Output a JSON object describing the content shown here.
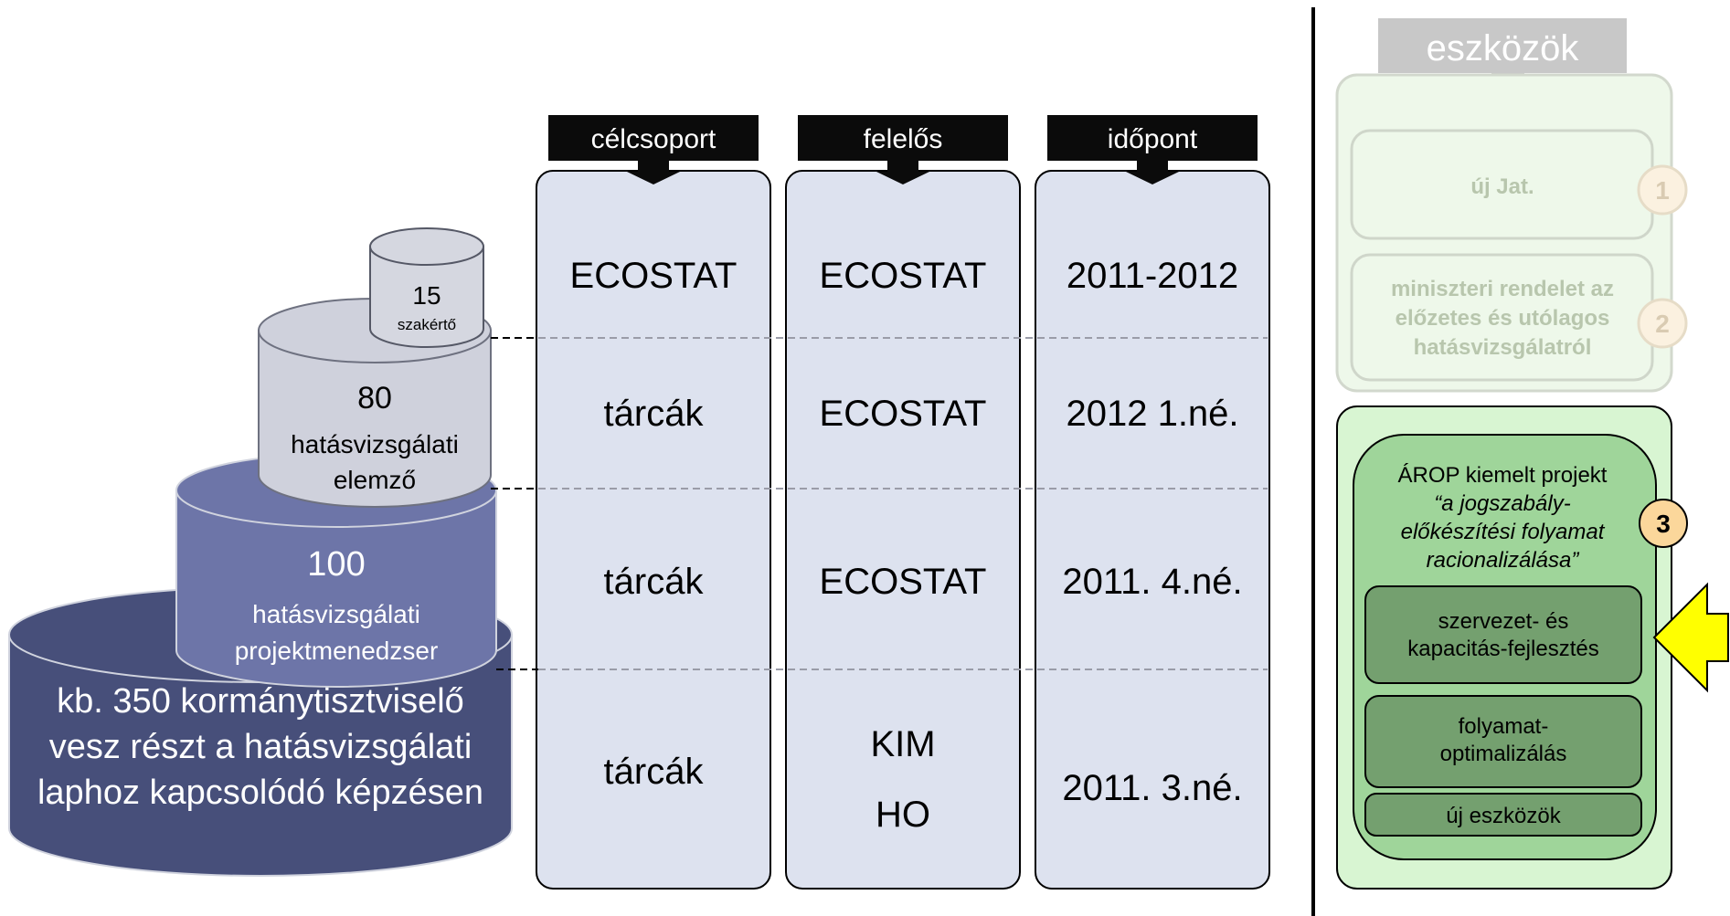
{
  "headers": [
    "célcsoport",
    "felelős",
    "időpont"
  ],
  "rows": [
    {
      "target": "ECOSTAT",
      "responsible": [
        "ECOSTAT"
      ],
      "time": "2011-2012"
    },
    {
      "target": "tárcák",
      "responsible": [
        "ECOSTAT"
      ],
      "time": "2012 1.né."
    },
    {
      "target": "tárcák",
      "responsible": [
        "ECOSTAT"
      ],
      "time": "2011. 4.né."
    },
    {
      "target": "tárcák",
      "responsible": [
        "KIM",
        "HO"
      ],
      "time": "2011. 3.né."
    }
  ],
  "tiers": [
    {
      "number": "15",
      "label": [
        "szakértő"
      ]
    },
    {
      "number": "80",
      "label": [
        "hatásvizsgálati",
        "elemző"
      ]
    },
    {
      "number": "100",
      "label": [
        "hatásvizsgálati",
        "projektmenedzser"
      ]
    },
    {
      "number": "",
      "label": [
        "kb. 350 kormánytisztviselő",
        "vesz részt a hatásvizsgálati",
        "laphoz kapcsolódó képzésen"
      ]
    }
  ],
  "tools": {
    "title": "eszközök",
    "items": [
      {
        "label": [
          "új Jat."
        ],
        "badge": "1"
      },
      {
        "label": [
          "miniszteri rendelet az",
          "előzetes és utólagos",
          "hatásvizsgálatról"
        ],
        "badge": "2"
      }
    ],
    "project": {
      "title": "ÁROP kiemelt projekt",
      "subtitle": [
        "“a jogszabály-",
        "előkészítési folyamat",
        "racionalizálása”"
      ],
      "badge": "3",
      "components": [
        {
          "label": [
            "szervezet- és",
            "kapacitás-fejlesztés"
          ]
        },
        {
          "label": [
            "folyamat-",
            "optimalizálás"
          ]
        },
        {
          "label": [
            "új eszközök"
          ]
        }
      ]
    }
  },
  "colors": {
    "column_fill": "#dde2ef",
    "header_fill": "#0b0b0b",
    "tier_top": "#b8bccb",
    "tier_lavender": "#cfd1dc",
    "tier_blue": "#6d75a8",
    "tier_navy": "#474f7a",
    "faded_text": "#b8c6ad",
    "green_panel": "#d8f5d2",
    "green_inner": "#9fd59a",
    "green_component": "#74a06f",
    "badge_fill": "#fbd79b",
    "arrow_yellow": "#ffff00"
  }
}
